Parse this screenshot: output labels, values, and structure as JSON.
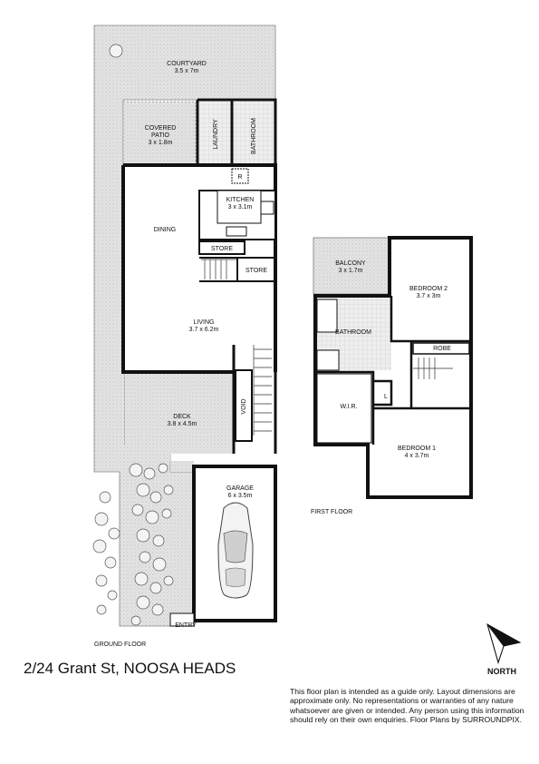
{
  "address": "2/24 Grant St, NOOSA HEADS",
  "disclaimer": "This floor plan is intended as a guide only. Layout dimensions are approximate only. No representations or warranties of any nature whatsoever are given or intended. Any person using this information should rely on their own enquiries. Floor Plans by  SURROUNDPIX.",
  "north_label": "NORTH",
  "ground_floor": {
    "label": "GROUND FLOOR",
    "rooms": {
      "courtyard": {
        "name": "COURTYARD",
        "dims": "3.5 x 7m"
      },
      "covered_patio": {
        "name1": "COVERED",
        "name2": "PATIO",
        "dims": "3 x 1.8m"
      },
      "laundry": "LAUNDRY",
      "bathroom": "BATHROOM",
      "fridge": "R",
      "kitchen": {
        "name": "KITCHEN",
        "dims": "3 x 3.1m"
      },
      "dining": "DINING",
      "store1": "STORE",
      "store2": "STORE",
      "living": {
        "name": "LIVING",
        "dims": "3.7 x 6.2m"
      },
      "void": "VOID",
      "deck": {
        "name": "DECK",
        "dims": "3.8 x 4.5m"
      },
      "garage": {
        "name": "GARAGE",
        "dims": "6 x 3.5m"
      },
      "entry": "ENTRY"
    }
  },
  "first_floor": {
    "label": "FIRST FLOOR",
    "rooms": {
      "balcony": {
        "name": "BALCONY",
        "dims": "3 x 1.7m"
      },
      "bedroom2": {
        "name": "BEDROOM 2",
        "dims": "3.7 x 3m"
      },
      "bathroom": "BATHROOM",
      "robe": "ROBE",
      "linen": "L",
      "wir": "W.I.R.",
      "bedroom1": {
        "name": "BEDROOM 1",
        "dims": "4 x 3.7m"
      }
    }
  },
  "colors": {
    "wall": "#111111",
    "outdoor_fill": "#dcdcdc",
    "tile_fill": "#e6e6e6",
    "tree_fill": "#f2f2f2"
  }
}
